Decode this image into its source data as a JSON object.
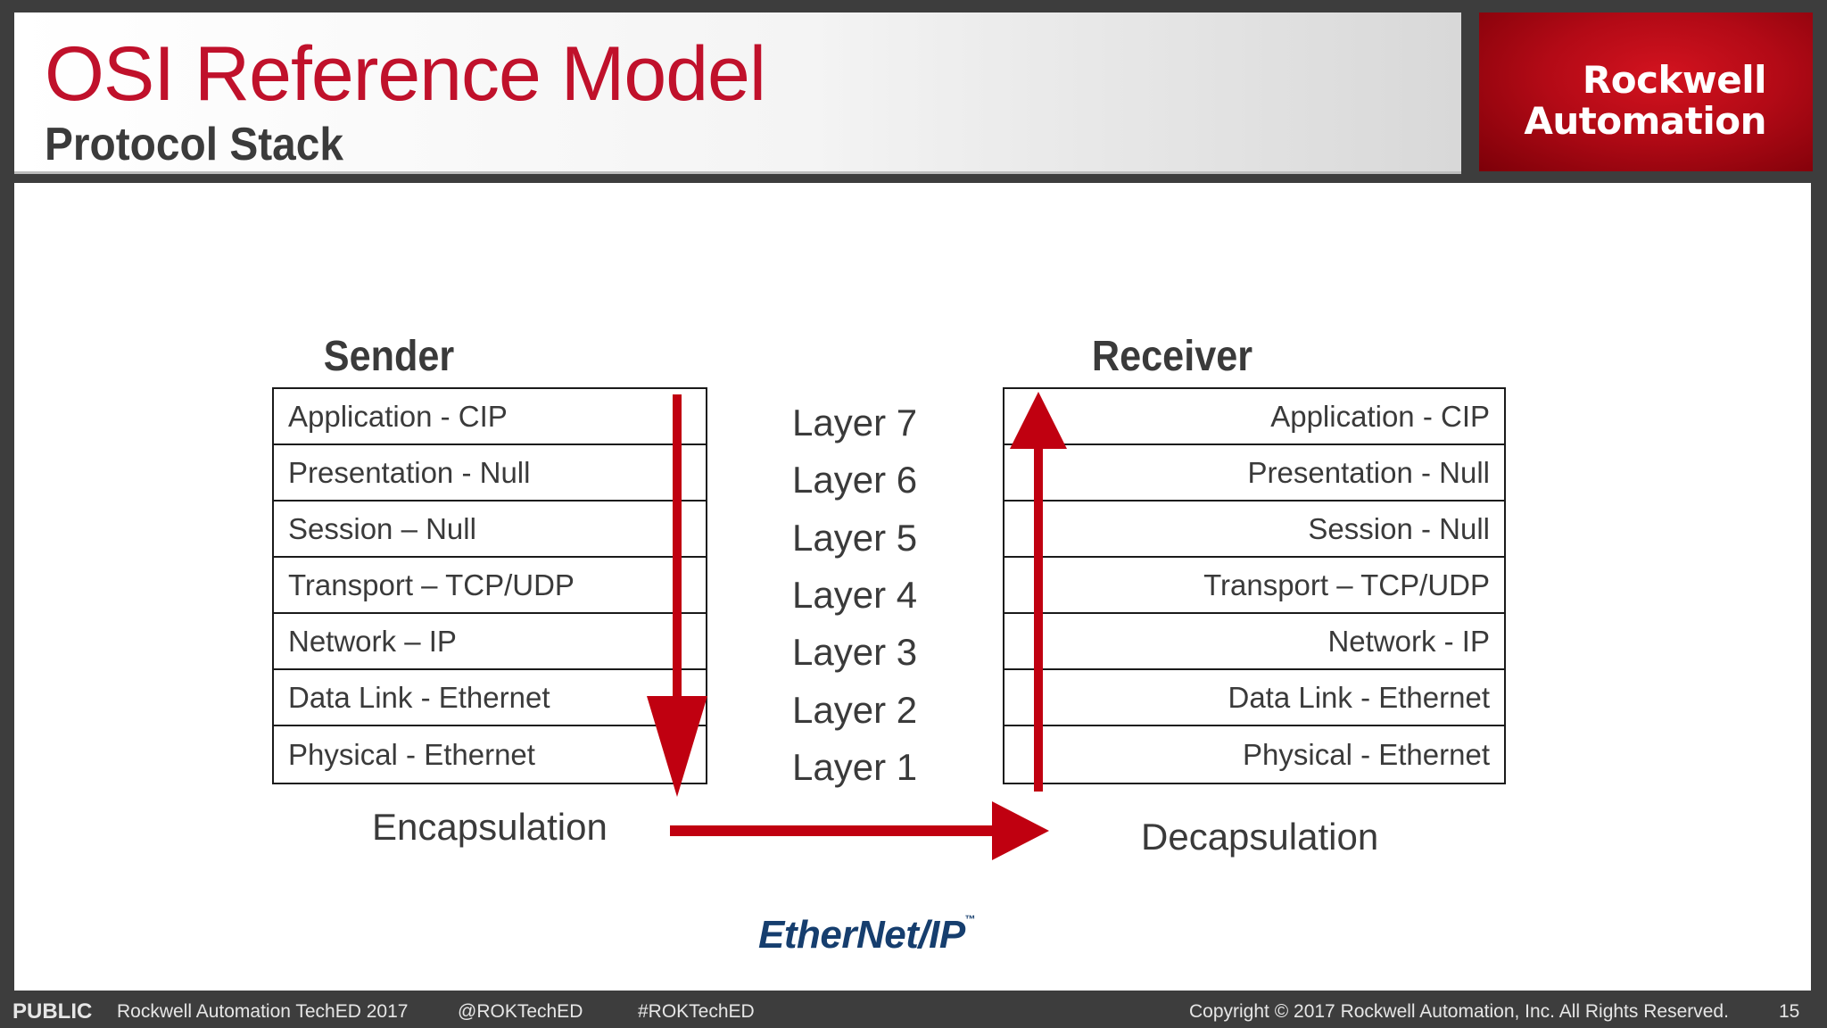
{
  "header": {
    "title": "OSI Reference Model",
    "subtitle": "Protocol Stack",
    "logo_line1": "Rockwell",
    "logo_line2": "Automation"
  },
  "sender": {
    "heading": "Sender",
    "rows": [
      "Application - CIP",
      "Presentation - Null",
      "Session – Null",
      "Transport – TCP/UDP",
      "Network – IP",
      "Data Link - Ethernet",
      "Physical - Ethernet"
    ],
    "process": "Encapsulation"
  },
  "layers": [
    "Layer 7",
    "Layer 6",
    "Layer 5",
    "Layer 4",
    "Layer 3",
    "Layer 2",
    "Layer 1"
  ],
  "receiver": {
    "heading": "Receiver",
    "rows": [
      "Application - CIP",
      "Presentation - Null",
      "Session - Null",
      "Transport – TCP/UDP",
      "Network - IP",
      "Data Link - Ethernet",
      "Physical - Ethernet"
    ],
    "process": "Decapsulation"
  },
  "logo_ethernet_ip": "EtherNet/IP",
  "footer": {
    "classification": "PUBLIC",
    "event": "Rockwell Automation TechED 2017",
    "handle": "@ROKTechED",
    "hashtag": "#ROKTechED",
    "copyright": "Copyright © 2017 Rockwell Automation, Inc. All Rights Reserved.",
    "page": "15"
  },
  "colors": {
    "accent_red": "#c0112b",
    "arrow_red": "#c00010",
    "text_gray": "#3a3a3a",
    "footer_bg": "#3d3d3d"
  }
}
